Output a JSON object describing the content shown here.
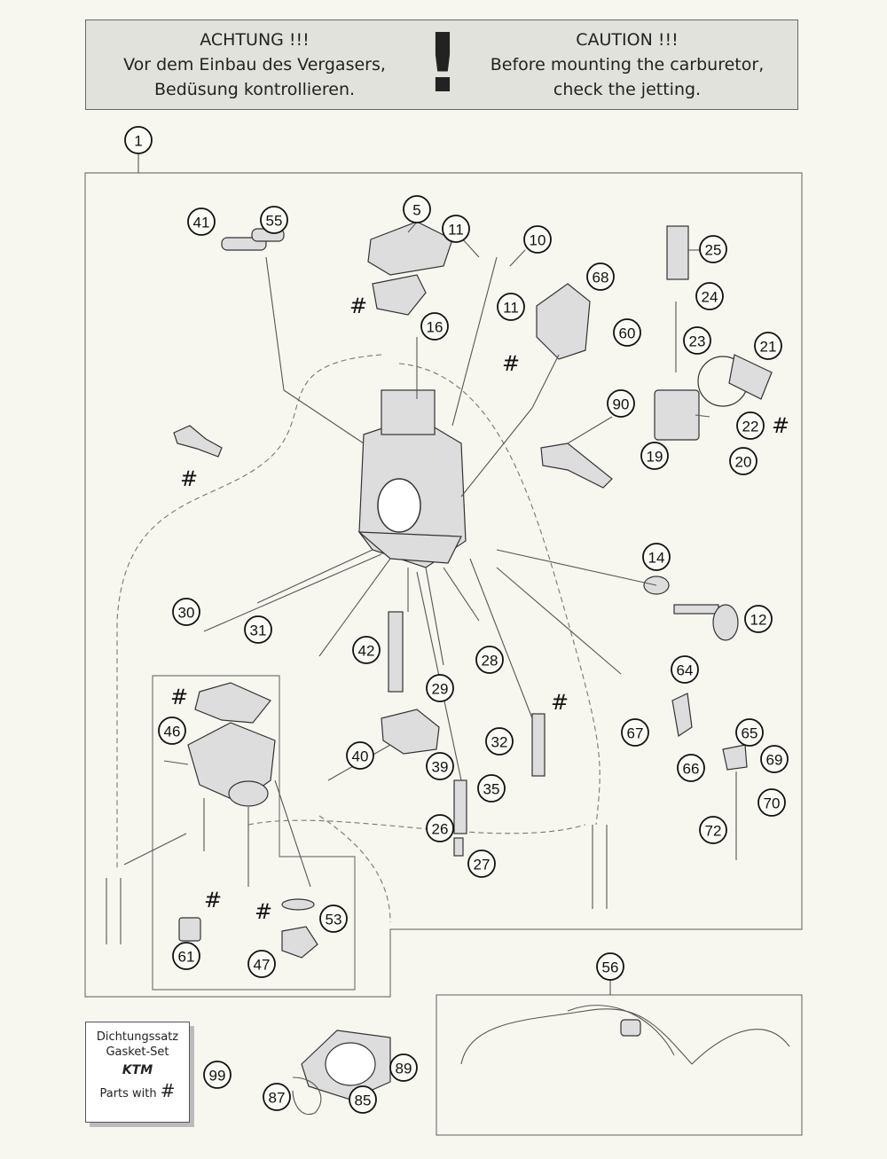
{
  "warning": {
    "de_line1": "ACHTUNG !!!",
    "de_line2": "Vor dem Einbau des Vergasers,",
    "de_line3": "Bedüsung kontrollieren.",
    "mark": "!",
    "en_line1": "CAUTION !!!",
    "en_line2": "Before mounting the carburetor,",
    "en_line3": "check the jetting."
  },
  "hash_symbol": "#",
  "callouts": [
    "1",
    "5",
    "10",
    "11",
    "11",
    "12",
    "14",
    "16",
    "19",
    "20",
    "21",
    "22",
    "23",
    "24",
    "25",
    "26",
    "27",
    "28",
    "29",
    "30",
    "31",
    "32",
    "35",
    "39",
    "40",
    "41",
    "42",
    "46",
    "47",
    "53",
    "55",
    "56",
    "60",
    "61",
    "64",
    "65",
    "66",
    "67",
    "68",
    "69",
    "70",
    "72",
    "85",
    "87",
    "89",
    "90",
    "99"
  ],
  "gasket_kit": {
    "line1": "Dichtungssatz",
    "line2": "Gasket-Set",
    "logo": "KTM",
    "line3": "Parts with",
    "mark": "#"
  }
}
